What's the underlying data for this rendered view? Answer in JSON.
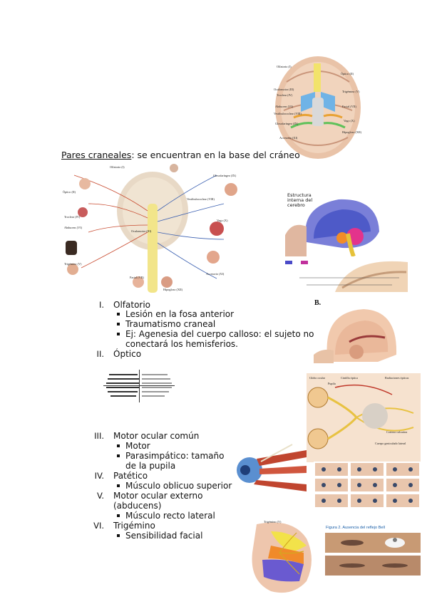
{
  "heading": {
    "underlined": "Pares craneales",
    "rest": ": se encuentran en la base del cráneo"
  },
  "items": [
    {
      "num": "I.",
      "label": "Olfatorio",
      "bullets": [
        "Lesión en la fosa anterior",
        "Traumatismo craneal",
        "Ej: Agenesia del cuerpo calloso: el sujeto no",
        "conectará los hemisferios."
      ]
    },
    {
      "num": "II.",
      "label": "Óptico",
      "bullets": []
    },
    {
      "num": "III.",
      "label": "Motor ocular común",
      "bullets": [
        "Motor",
        "Parasimpático: tamaño",
        "de la pupila"
      ]
    },
    {
      "num": "IV.",
      "label": "Patético",
      "bullets": [
        "Músculo oblicuo superior"
      ]
    },
    {
      "num": "V.",
      "label": "Motor ocular externo",
      "label2": "(abducens)",
      "bullets": [
        "Músculo recto lateral"
      ]
    },
    {
      "num": "VI.",
      "label": "Trigémino",
      "bullets": [
        "Sensibilidad facial"
      ]
    }
  ],
  "figure_labels": {
    "brain_structure": [
      "Estructura",
      "interna del",
      "cerebro"
    ],
    "panel_b": "B.",
    "central_diagram": {
      "olfatorio": "Olfatorio (I)",
      "optico": "Óptico (II)",
      "oculomotor": "Oculomotor (III)",
      "troclear": "Troclear (IV)",
      "trigemino": "Trigémino (V)",
      "abducens": "Abducens (VI)",
      "facial": "Facial (VII)",
      "vestibulococlear": "Vestibulococlear (VIII)",
      "glosofaringeo": "Glosofaríngeo (IX)",
      "vago": "Vago (X)",
      "accesorio": "Accesorio (XI)",
      "hipogloso": "Hipogloso (XII)"
    },
    "visual_pathway": {
      "globo_ocular": "Globo ocular",
      "cintilla_optica": "Cintilla óptica",
      "radiaciones_opticas": "Radiaciones ópticas",
      "pupila": "Pupila",
      "corteza_calcarina": "Corteza calcarina",
      "cuerpo_geniculado": "Cuerpo geniculado lateral"
    },
    "trigeminal": "Trigémino (V)",
    "figure_caption": "Figura 2. Ausencia del reflejo Bell"
  }
}
